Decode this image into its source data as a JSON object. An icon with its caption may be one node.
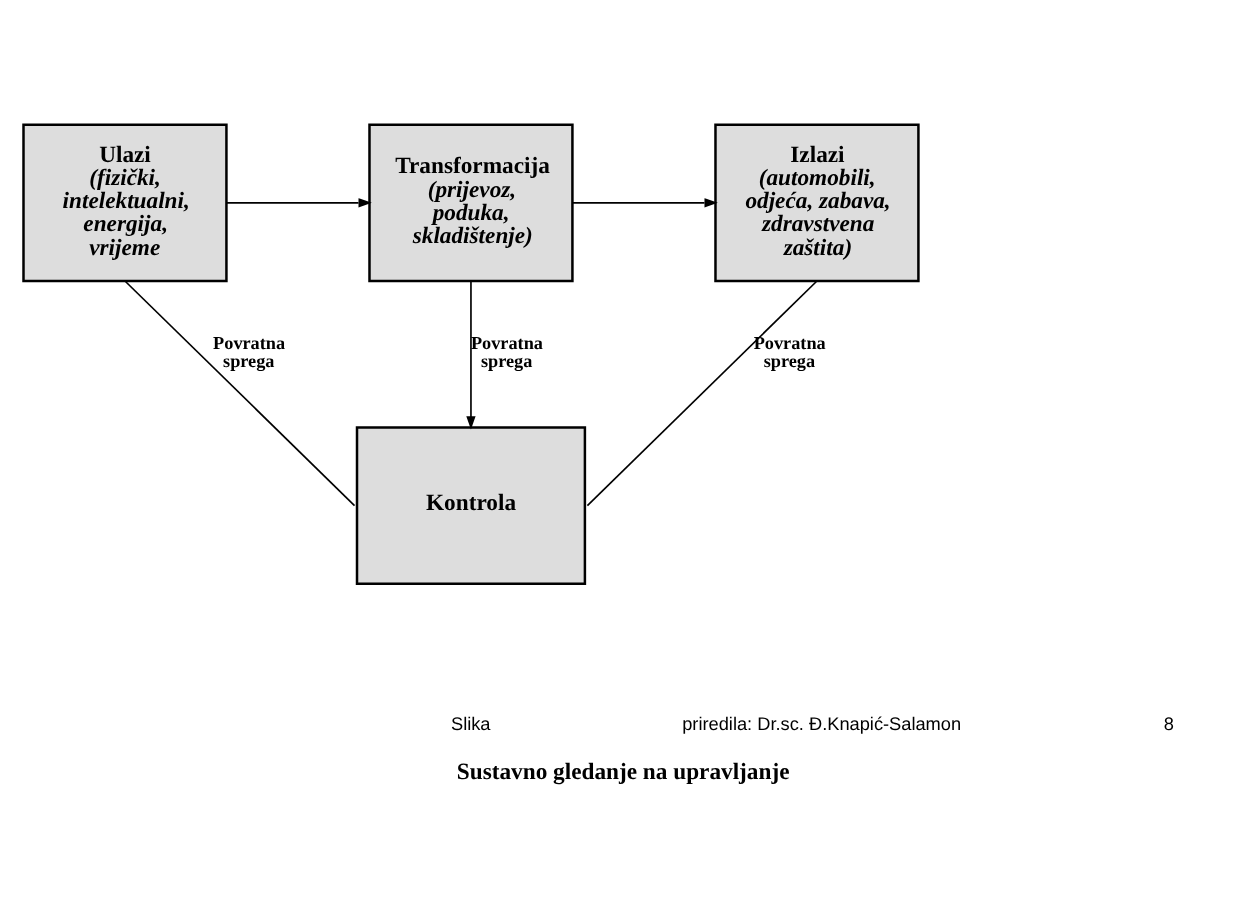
{
  "diagram": {
    "caption": "Sustavno gledanje na upravljanje",
    "nodes": [
      {
        "text": [
          "Ulazi",
          "(fizički, intelektualni, energija, vrijeme"
        ]
      },
      {
        "text": [
          "Transformacija",
          "(prijevoz, poduka, skladištenje)"
        ]
      },
      {
        "text": [
          "Izlazi",
          "(automobili, odjeća, zabava, zdravstvena zaštita)"
        ]
      },
      {
        "text": [
          "Kontrola"
        ]
      }
    ],
    "edges": [
      {
        "from": 0,
        "to": 1,
        "arrow": "to"
      },
      {
        "from": 1,
        "to": 2,
        "arrow": "to"
      },
      {
        "from": 1,
        "to": 3,
        "label": "Povratna sprega",
        "arrow": "to"
      },
      {
        "from": 0,
        "to": 3,
        "label": "Povratna sprega",
        "arrow": "none"
      },
      {
        "from": 2,
        "to": 3,
        "label": "Povratna sprega",
        "arrow": "none"
      }
    ],
    "labels": [
      "Slika",
      "priredila: Dr.sc. Đ.Knapić-Salamon",
      "8"
    ]
  }
}
